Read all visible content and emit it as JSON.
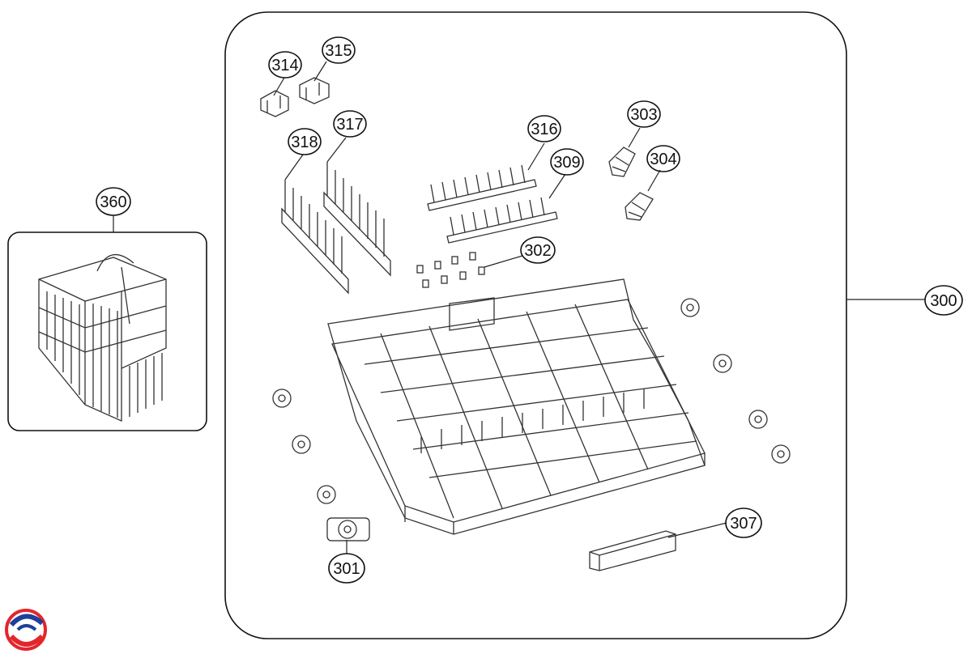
{
  "diagram": {
    "callouts": [
      {
        "id": "c360",
        "label": "360"
      },
      {
        "id": "c314",
        "label": "314"
      },
      {
        "id": "c315",
        "label": "315"
      },
      {
        "id": "c318",
        "label": "318"
      },
      {
        "id": "c317",
        "label": "317"
      },
      {
        "id": "c316",
        "label": "316"
      },
      {
        "id": "c309",
        "label": "309"
      },
      {
        "id": "c303",
        "label": "303"
      },
      {
        "id": "c304",
        "label": "304"
      },
      {
        "id": "c302",
        "label": "302"
      },
      {
        "id": "c300",
        "label": "300"
      },
      {
        "id": "c307",
        "label": "307"
      },
      {
        "id": "c301",
        "label": "301"
      }
    ],
    "colors": {
      "line": "#111111",
      "logo_red": "#e3262b",
      "logo_blue": "#1f3f9a"
    },
    "icons": [
      "cutlery-basket-icon",
      "lower-rack-icon",
      "rack-wheel-icon",
      "rack-clip-icon",
      "tine-row-icon",
      "handle-icon",
      "brand-logo-icon"
    ]
  }
}
